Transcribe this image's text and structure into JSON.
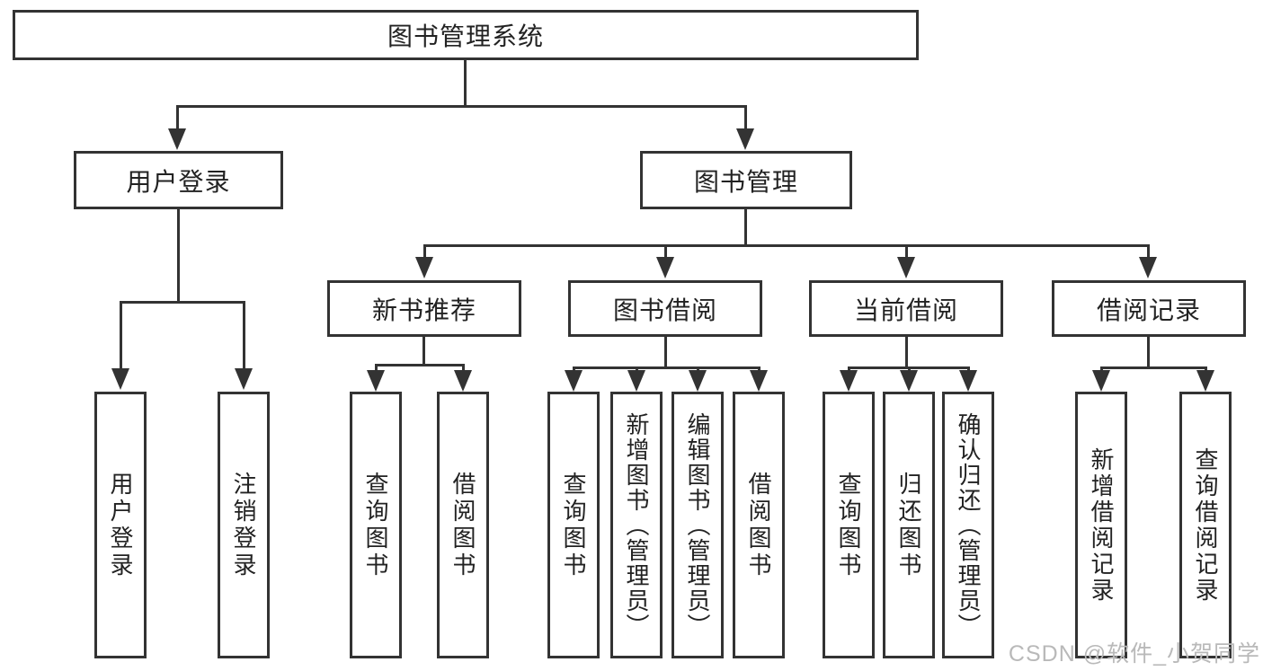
{
  "root": {
    "label": "图书管理系统"
  },
  "level2": {
    "user_login": {
      "label": "用户登录"
    },
    "book_mgmt": {
      "label": "图书管理"
    }
  },
  "level3": {
    "new_books": {
      "label": "新书推荐"
    },
    "borrowing": {
      "label": "图书借阅"
    },
    "current": {
      "label": "当前借阅"
    },
    "records": {
      "label": "借阅记录"
    }
  },
  "leaves": {
    "user_login": [
      "用户登录",
      "注销登录"
    ],
    "new_books": [
      "查询图书",
      "借阅图书"
    ],
    "borrowing": [
      "查询图书",
      "新增图书（管理员）",
      "编辑图书（管理员）",
      "借阅图书"
    ],
    "current": [
      "查询图书",
      "归还图书",
      "确认归还（管理员）"
    ],
    "records": [
      "新增借阅记录",
      "查询借阅记录"
    ]
  },
  "watermark": "CSDN @软件_小贺同学",
  "colors": {
    "line": "#333333",
    "text": "#222222",
    "background": "#ffffff",
    "watermark": "#b9b9b9"
  }
}
